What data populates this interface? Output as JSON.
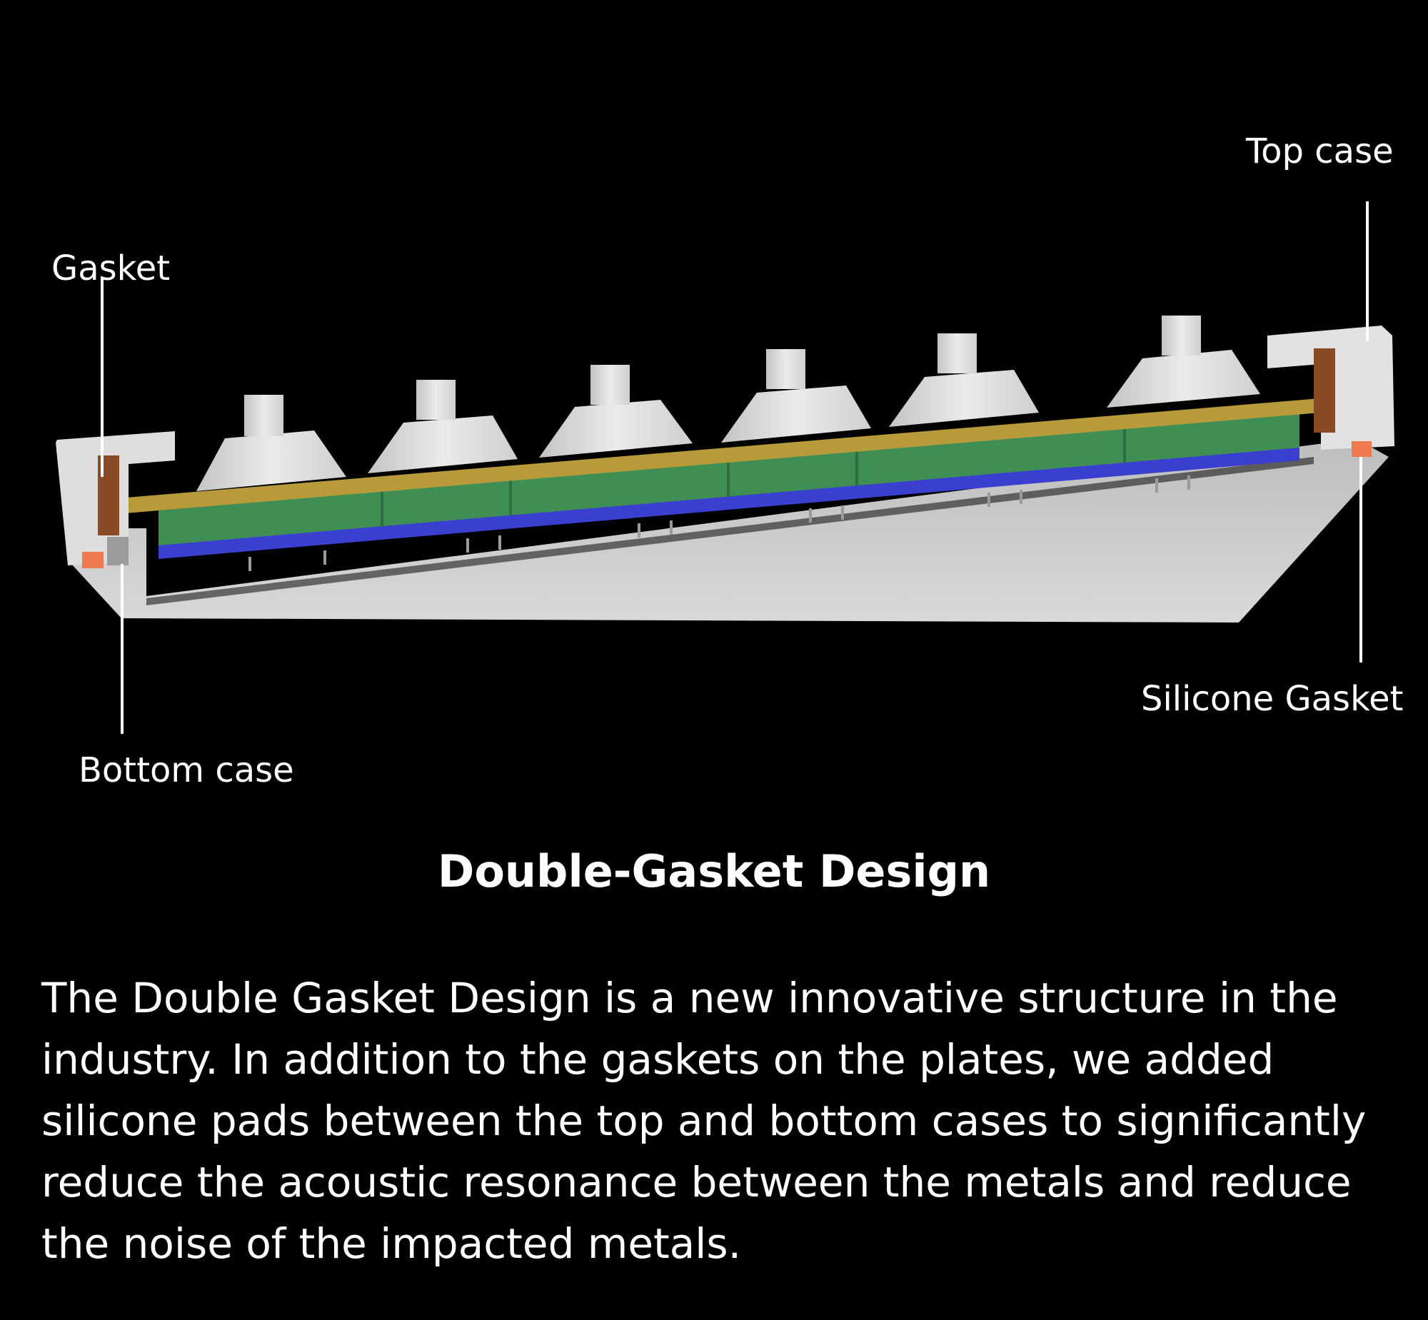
{
  "labels": {
    "top_case": "Top case",
    "gasket": "Gasket",
    "silicone_gasket": "Silicone Gasket",
    "bottom_case": "Bottom case"
  },
  "title": "Double-Gasket Design",
  "description": "The Double Gasket Design is a new innovative structure in the industry. In addition to the gaskets on the plates, we added silicone pads between the top and bottom cases to significantly reduce the acoustic resonance between the metals and reduce the noise of the impacted metals.",
  "colors": {
    "background": "#000000",
    "case": "#c9c9c9",
    "plate": "#b89a3a",
    "pcb": "#3f8f55",
    "foam": "#3a3fcf",
    "gasket": "#8a4a26",
    "silicone_pad": "#f07a50",
    "switch": "#dcdcdc"
  }
}
